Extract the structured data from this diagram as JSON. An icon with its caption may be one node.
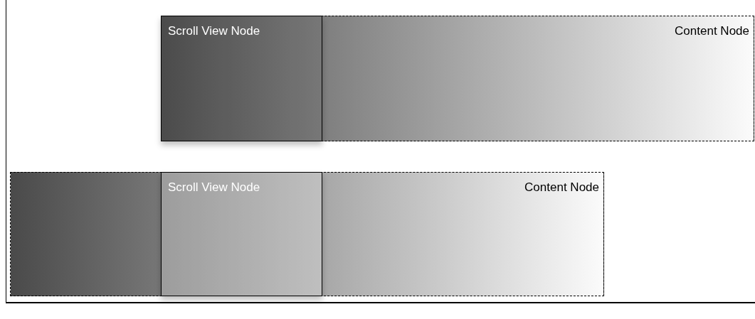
{
  "diagram": {
    "nodes": [
      {
        "text": [
          "Content Node"
        ]
      },
      {
        "text": [
          "Scroll View Node"
        ],
        "in": 0
      },
      {
        "text": [
          "Content Node"
        ]
      },
      {
        "text": [
          "Scroll View Node"
        ],
        "in": 2
      }
    ]
  }
}
